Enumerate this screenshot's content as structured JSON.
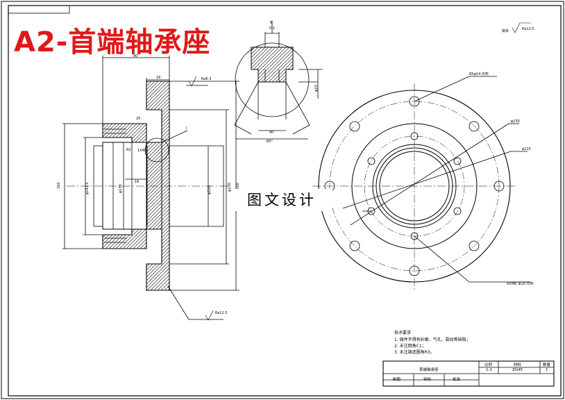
{
  "title": "A2-首端轴承座",
  "watermark": "图文设计",
  "notes": {
    "heading": "技术要求",
    "items": [
      "1. 铸件不得有砂眼、气孔、裂纹等缺陷；",
      "2. 未注倒角C1；",
      "3. 未注铸造圆角R3。"
    ]
  },
  "title_block": {
    "part_name": "首端轴承座",
    "scale_label": "比例",
    "material_label": "材料",
    "qty_label": "数量",
    "scale": "1:1",
    "material": "ZG45",
    "qty": "1",
    "designer_label": "制图",
    "checker_label": "审核",
    "approver_label": "批准"
  }
}
